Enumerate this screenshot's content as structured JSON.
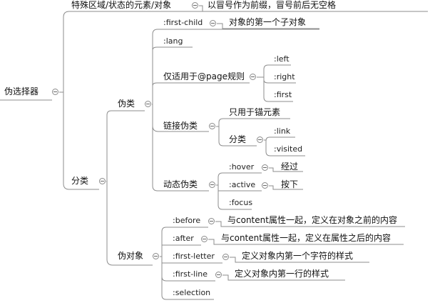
{
  "root": {
    "label": "伪选择器"
  },
  "special": {
    "label": "特殊区域/状态的元素/对象",
    "note": "以冒号作为前缀，冒号前后无空格"
  },
  "category": {
    "label": "分类"
  },
  "pseudo_class": {
    "label": "伪类",
    "first_child": {
      "label": ":first-child",
      "note": "对象的第一个子对象"
    },
    "lang": {
      "label": ":lang"
    },
    "page": {
      "label": "仅适用于@page规则",
      "items": [
        ":left",
        ":right",
        ":first"
      ]
    },
    "link": {
      "label": "链接伪类",
      "note": "只用于锚元素",
      "sub": {
        "label": "分类",
        "items": [
          ":link",
          ":visited"
        ]
      }
    },
    "dynamic": {
      "label": "动态伪类",
      "items": [
        {
          "label": ":hover",
          "note": "经过"
        },
        {
          "label": ":active",
          "note": "按下"
        },
        {
          "label": ":focus"
        }
      ]
    }
  },
  "pseudo_element": {
    "label": "伪对象",
    "items": [
      {
        "label": ":before",
        "note": "与content属性一起，定义在对象之前的内容"
      },
      {
        "label": ":after",
        "note": "与content属性一起，定义在属性之后的内容"
      },
      {
        "label": ":first-letter",
        "note": "定义对象内第一个字符的样式"
      },
      {
        "label": ":first-line",
        "note": "定义对象内第一行的样式"
      },
      {
        "label": ":selection"
      }
    ]
  }
}
